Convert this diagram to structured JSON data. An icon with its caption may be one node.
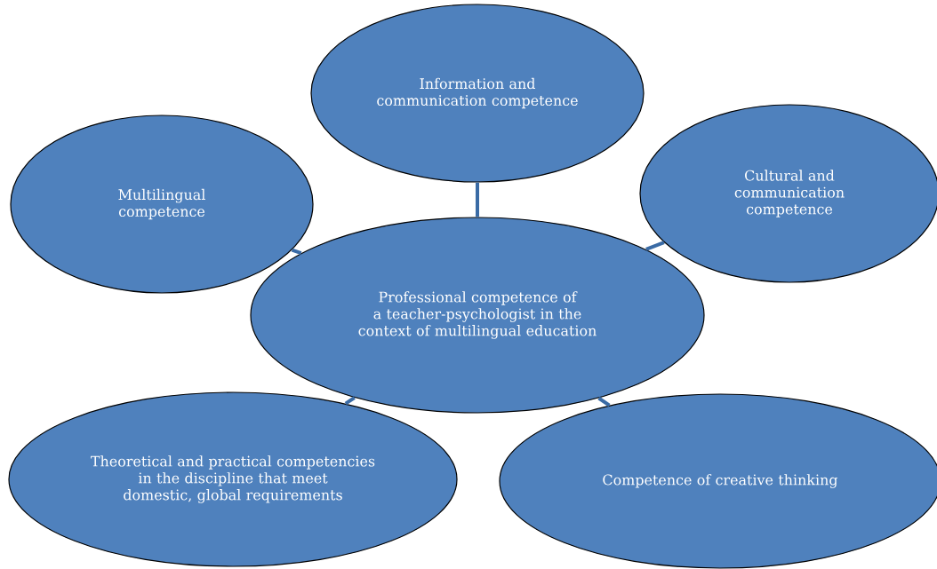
{
  "diagram": {
    "nodes": [
      {
        "text": [
          "Information and communication competence"
        ]
      },
      {
        "text": [
          "Multilingual competence"
        ]
      },
      {
        "text": [
          "Cultural and communication competence"
        ]
      },
      {
        "text": [
          "Professional competence of a teacher-psychologist in the context of multilingual education"
        ]
      },
      {
        "text": [
          "Theoretical and practical competencies in the discipline that meet domestic, global requirements"
        ]
      },
      {
        "text": [
          "Competence of creative thinking"
        ]
      }
    ],
    "edges": [
      {
        "from": 3,
        "to": 0,
        "arrow": "none"
      },
      {
        "from": 3,
        "to": 1,
        "arrow": "none"
      },
      {
        "from": 3,
        "to": 2,
        "arrow": "none"
      },
      {
        "from": 3,
        "to": 4,
        "arrow": "none"
      },
      {
        "from": 3,
        "to": 5,
        "arrow": "none"
      }
    ]
  }
}
